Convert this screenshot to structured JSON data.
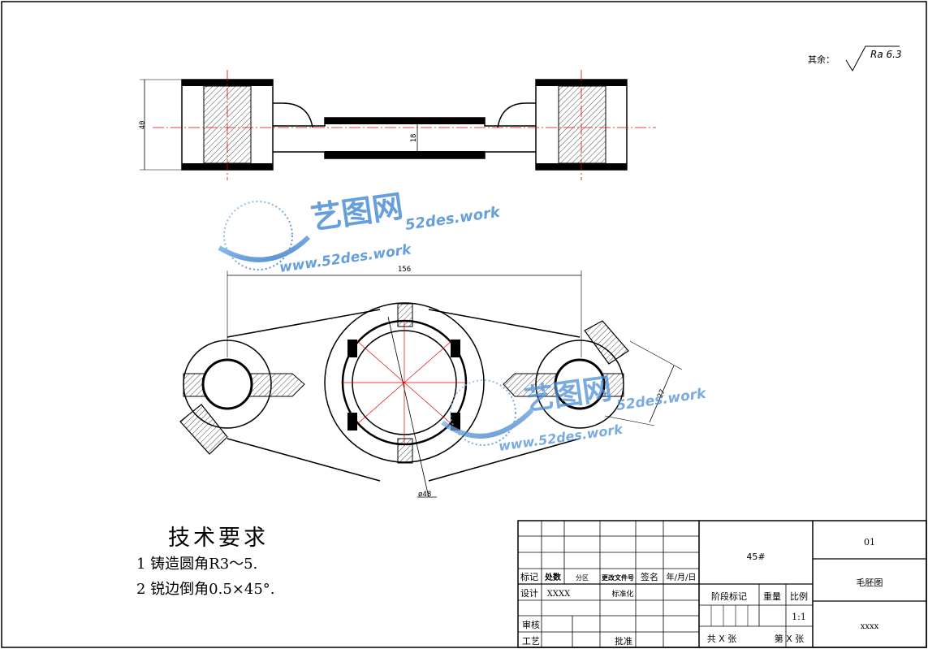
{
  "roughness": {
    "prefix": "其余：",
    "value": "Ra 6.3"
  },
  "dimensions": {
    "height_40": "40",
    "web_18": "18",
    "span_156": "156",
    "boss_27": "27",
    "bore_48": "ø48"
  },
  "watermark": {
    "brand": "艺图网",
    "url_right": "52des.work",
    "url_left": "www.52des.work"
  },
  "tech_requirements": {
    "title": "技术要求",
    "items": [
      "1 铸造圆角R3～5.",
      "2 锐边倒角0.5×45°."
    ]
  },
  "title_block": {
    "header_row": [
      "标记",
      "处数",
      "分区",
      "更改文件号",
      "签名",
      "年/月/日"
    ],
    "design_label": "设计",
    "design_value": "XXXX",
    "standardize_label": "标准化",
    "review_label": "审核",
    "process_label": "工艺",
    "approve_label": "批准",
    "material": "45#",
    "stage_label": "阶段标记",
    "weight_label": "重量",
    "scale_label": "比例",
    "scale_value": "1:1",
    "sheets_total": "共 X 张",
    "sheet_no": "第 X 张",
    "drawing_no": "01",
    "drawing_name": "毛胚图",
    "company": "xxxx"
  },
  "colors": {
    "line": "#000000",
    "center": "#e00000",
    "watermark": "#4d8fd6"
  }
}
